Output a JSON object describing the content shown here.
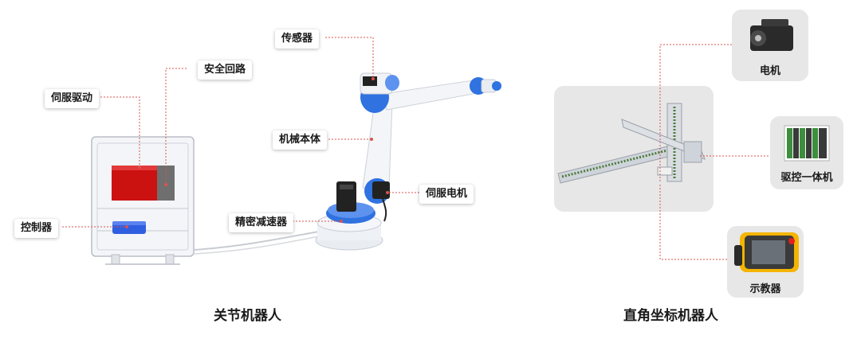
{
  "joint_robot": {
    "caption": "关节机器人",
    "labels": {
      "sensor": "传感器",
      "safety_circuit": "安全回路",
      "servo_drive": "伺服驱动",
      "mechanical_body": "机械本体",
      "servo_motor": "伺服电机",
      "controller": "控制器",
      "precision_reducer": "精密减速器"
    }
  },
  "cartesian_robot": {
    "caption": "直角坐标机器人",
    "components": {
      "motor": "电机",
      "drive_control_unit": "驱控一体机",
      "teach_pendant": "示教器"
    }
  },
  "colors": {
    "leader_line": "#d9534f",
    "robot_blue": "#2f72e0",
    "servo_red": "#cc1111",
    "card_bg": "#e7e7e7"
  }
}
